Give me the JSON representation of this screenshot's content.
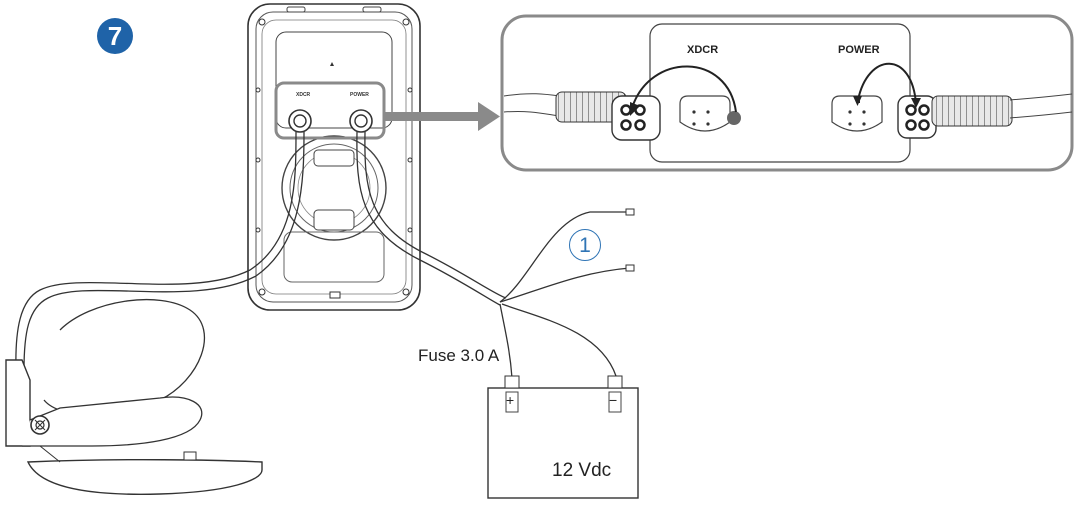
{
  "step_number": "7",
  "callout_number": "1",
  "labels": {
    "fuse": "Fuse 3.0 A",
    "battery": "12 Vdc",
    "battery_positive": "+",
    "battery_negative": "−",
    "xdcr_port": "XDCR",
    "power_port": "POWER"
  },
  "colors": {
    "step_badge": "#1f63a8",
    "callout": "#2f74b5",
    "highlight": "#8a8a8a"
  }
}
